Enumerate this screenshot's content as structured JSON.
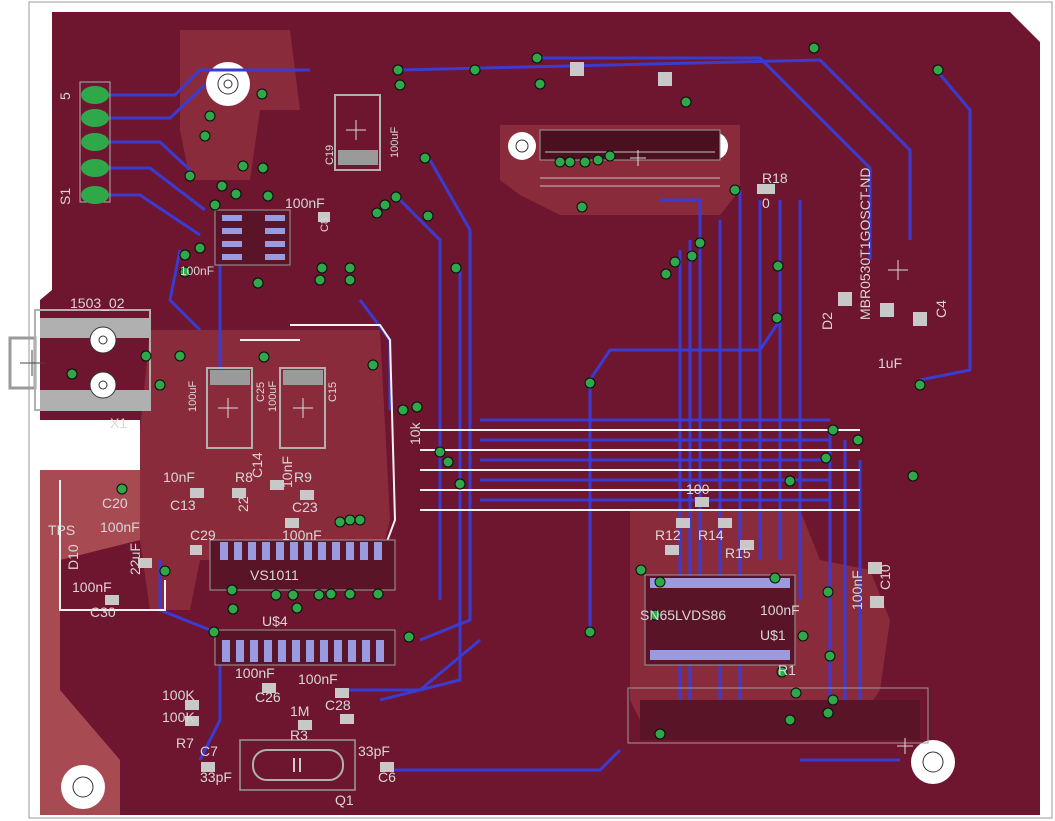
{
  "board": {
    "colors": {
      "background": "#ffffff",
      "outline": "#9a9a9a",
      "copper_top": "#6e1530",
      "copper_light": "#a84a52",
      "trace_blue": "#3b3bd0",
      "trace_blue_light": "#6d6dff",
      "trace_white": "#f2f2f2",
      "via_fill": "#2fa84a",
      "via_center": "#0a0a0a",
      "label_text": "#d8d8d8",
      "silk_gray": "#b0b0b0"
    }
  },
  "labels": {
    "conn_1503": "1503_02",
    "x1": "X1",
    "tps": "TPS",
    "r18": "R18",
    "r18_val": "0",
    "partnum": "MBR0530T1GOSCT-ND",
    "d2": "D2",
    "c4": "C4",
    "c4_val": "1uF",
    "c19": "C19",
    "c19_val": "100uF",
    "c9_val": "100nF",
    "c8": "C8",
    "c25": "C25",
    "c25_val": "100uF",
    "c15": "C15",
    "c15_val": "100uF",
    "c13": "C13",
    "c13_val": "10nF",
    "r8": "R8",
    "r8_val": "22",
    "c14": "C14",
    "c14_val": "10nF",
    "r9": "R9",
    "c23": "C23",
    "c23_val": "100nF",
    "c20": "C20",
    "c20_val": "100nF",
    "d10": "D10",
    "c22_val": "22uF",
    "c_100nf": "100nF",
    "c30": "C30",
    "c29": "C29",
    "vs1011": "VS1011",
    "us4": "U$4",
    "c26": "C26",
    "c26_val": "100nF",
    "c_100n": "100nF",
    "c28": "C28",
    "r100k_a": "100K",
    "r100k_b": "100K",
    "r7": "R7",
    "r_1m": "1M",
    "r3": "R3",
    "c7": "C7",
    "c7_val": "33pF",
    "c6": "C6",
    "c6_val": "33pF",
    "q1": "Q1",
    "r_10k": "10k",
    "r_100": "100",
    "r12": "R12",
    "r14": "R14",
    "r15": "R15",
    "lvds": "SN65LVDS86",
    "u1": "U$1",
    "c_100nf_b": "100nF",
    "c10": "C10",
    "c_400nf": "100nF",
    "r1": "R1",
    "s1": "S1",
    "pin5": "5",
    "conn_val": "100nF"
  }
}
